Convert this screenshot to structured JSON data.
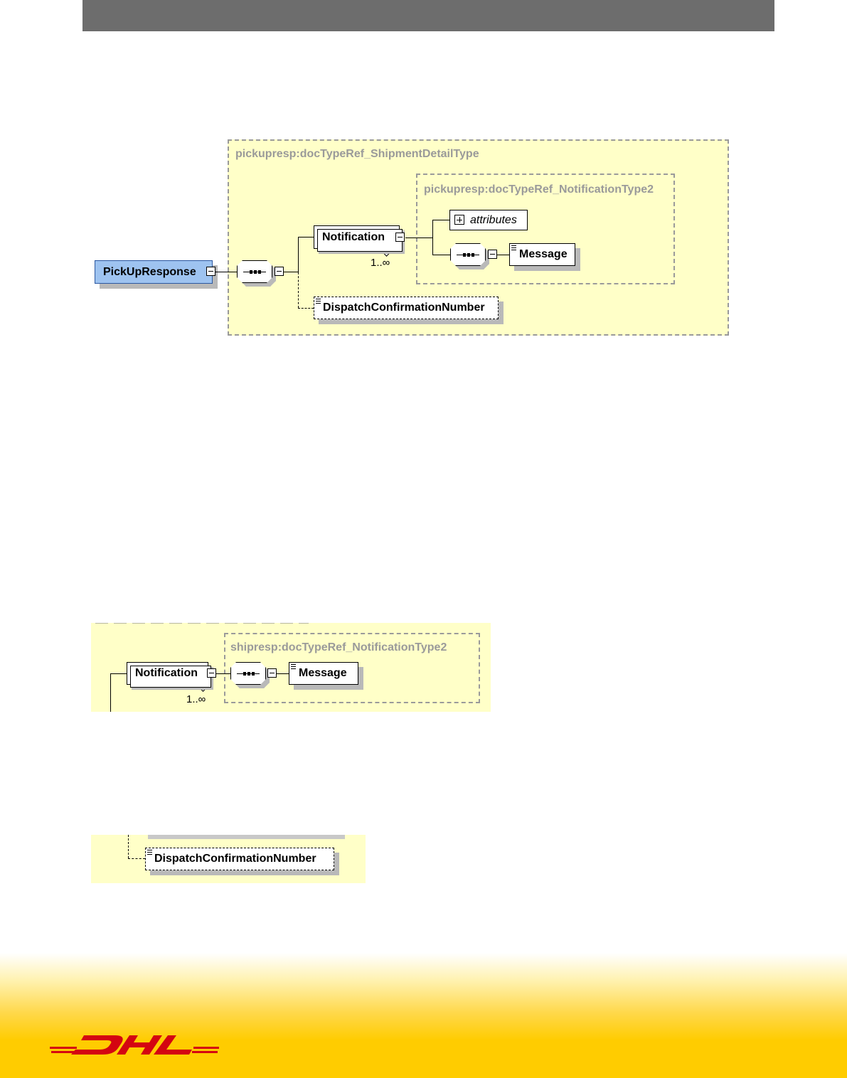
{
  "diagram1": {
    "outer_type": "pickupresp:docTypeRef_ShipmentDetailType",
    "inner_type": "pickupresp:docTypeRef_NotificationType2",
    "root_element": "PickUpResponse",
    "notification": "Notification",
    "cardinality": "1..∞",
    "attributes": "attributes",
    "message": "Message",
    "dispatch": "DispatchConfirmationNumber"
  },
  "diagram2": {
    "inner_type": "shipresp:docTypeRef_NotificationType2",
    "notification": "Notification",
    "cardinality": "1..∞",
    "message": "Message"
  },
  "diagram3": {
    "dispatch": "DispatchConfirmationNumber"
  },
  "footer": {
    "logo_text": "DHL",
    "logo_color": "#d40511",
    "band_color": "#ffcc00"
  }
}
